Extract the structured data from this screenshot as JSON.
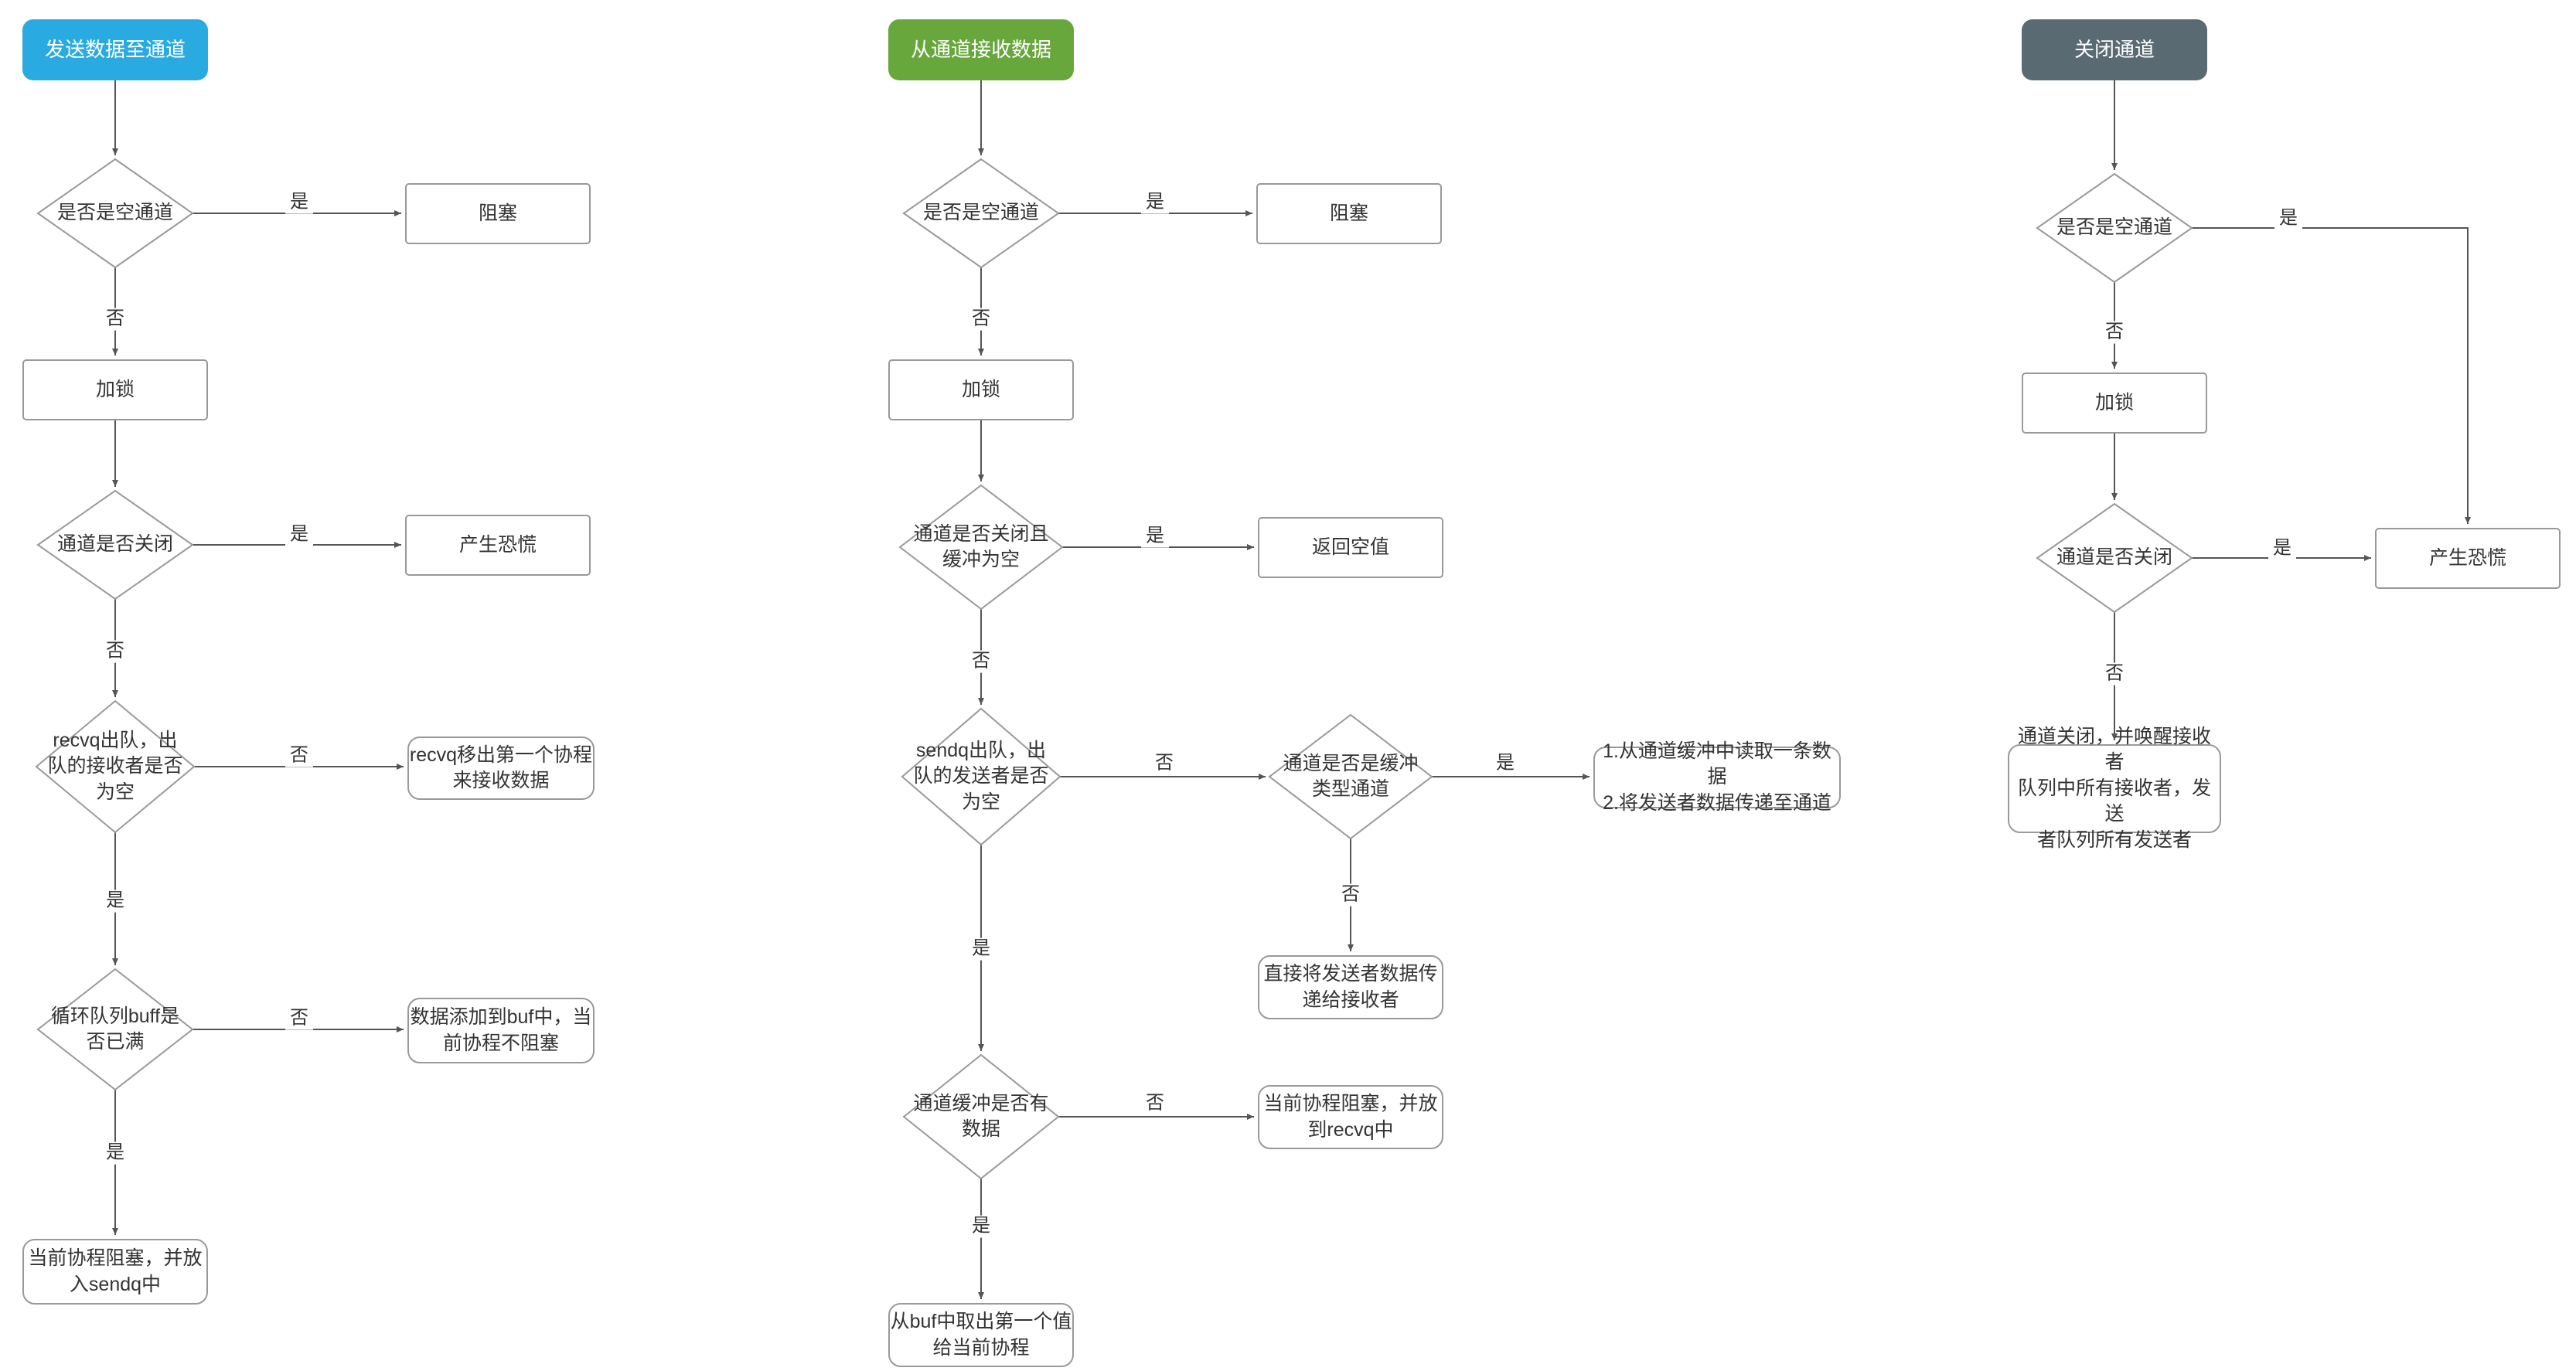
{
  "labels": {
    "yes": "是",
    "no": "否"
  },
  "flows": {
    "send": {
      "title": "发送数据至通道",
      "is_nil_channel": "是否是空通道",
      "block": "阻塞",
      "lock": "加锁",
      "is_closed": "通道是否关闭",
      "panic": "产生恐慌",
      "recvq_dequeue": "recvq出队，出\n队的接收者是否\n为空",
      "recvq_receive": "recvq移出第一个协程\n来接收数据",
      "buff_full": "循环队列buff是\n否已满",
      "add_to_buf": "数据添加到buf中，当\n前协程不阻塞",
      "block_sendq": "当前协程阻塞，并放\n入sendq中"
    },
    "receive": {
      "title": "从通道接收数据",
      "is_nil_channel": "是否是空通道",
      "block": "阻塞",
      "lock": "加锁",
      "closed_and_empty": "通道是否关闭且\n缓冲为空",
      "return_empty": "返回空值",
      "sendq_dequeue": "sendq出队，出\n队的发送者是否\n为空",
      "is_buffered": "通道是否是缓冲\n类型通道",
      "read_and_pass": "1.从通道缓冲中读取一条数据\n2.将发送者数据传递至通道",
      "pass_direct": "直接将发送者数据传\n递给接收者",
      "buffer_has_data": "通道缓冲是否有\n数据",
      "block_recvq": "当前协程阻塞，并放\n到recvq中",
      "take_from_buf": "从buf中取出第一个值\n给当前协程"
    },
    "close": {
      "title": "关闭通道",
      "is_nil_channel": "是否是空通道",
      "lock": "加锁",
      "is_closed": "通道是否关闭",
      "panic": "产生恐慌",
      "close_wake": "通道关闭，并唤醒接收者\n队列中所有接收者，发送\n者队列所有发送者"
    }
  }
}
